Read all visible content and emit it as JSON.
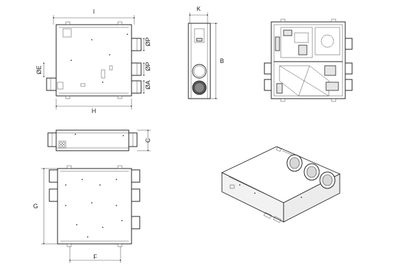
{
  "drawing": {
    "labels": {
      "l": "l",
      "h": "H",
      "k": "K",
      "b": "B",
      "c": "C",
      "g": "G",
      "f": "F",
      "e": "ØE",
      "p": "ØP",
      "a": "ØA"
    },
    "views": [
      "top-view",
      "side-view",
      "interior-view",
      "front-view",
      "bottom-view",
      "isometric-view"
    ]
  }
}
